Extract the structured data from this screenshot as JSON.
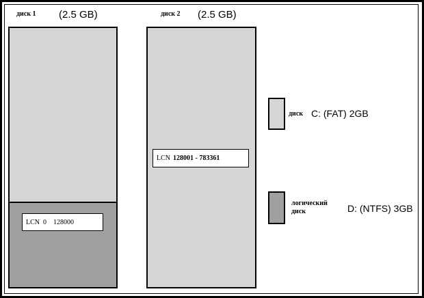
{
  "disk1": {
    "label": "диск 1",
    "size": "(2.5 GB)",
    "lcn_label": "LCN  0",
    "lcn_range": "128000"
  },
  "disk2": {
    "label": "диск 2",
    "size": "(2.5 GB)",
    "lcn_label": "LCN",
    "lcn_range": "128001 - 783361"
  },
  "legend": {
    "c_type": "диск",
    "c_text": "C: (FAT) 2GB",
    "d_type_line1": "логический",
    "d_type_line2": "диск",
    "d_text": "D: (NTFS) 3GB"
  },
  "colors": {
    "fat": "#d6d6d6",
    "ntfs": "#a0a0a0",
    "border": "#000000",
    "background": "#ffffff"
  }
}
